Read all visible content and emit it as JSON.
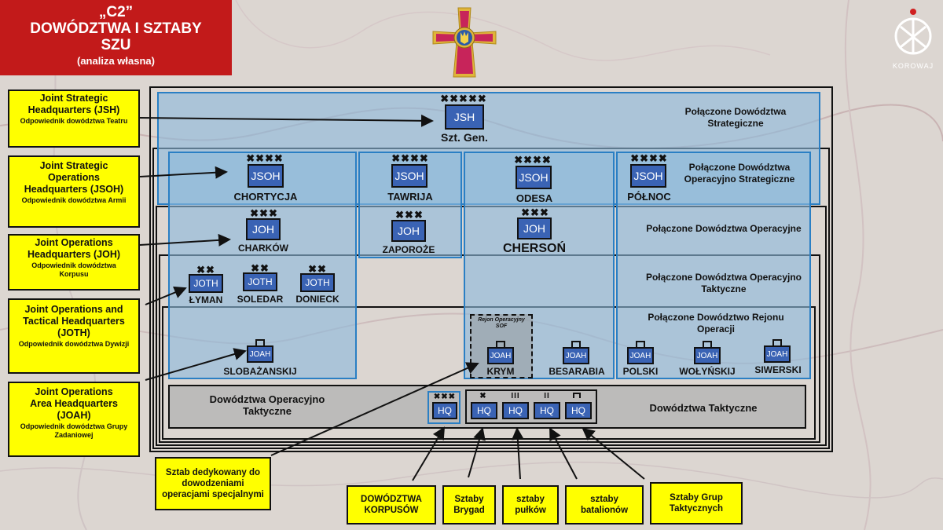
{
  "title": {
    "line1": "„C2”",
    "line2": "DOWÓDZTWA I SZTABY",
    "line3": "SZU",
    "line4": "(analiza własna)"
  },
  "logo": {
    "text": "KOROWAJ"
  },
  "left_boxes": [
    {
      "main": "Joint Strategic Headquarters (JSH)",
      "sub": "Odpowiednik dowództwa Teatru"
    },
    {
      "main": "Joint Strategic Operations Headquarters (JSOH)",
      "sub": "Odpowiednik dowództwa Armii"
    },
    {
      "main": "Joint Operations Headquarters (JOH)",
      "sub": "Odpowiednik dowództwa Korpusu"
    },
    {
      "main": "Joint Operations and Tactical Headquarters (JOTH)",
      "sub": "Odpowiednik dowództwa Dywizji"
    },
    {
      "main": "Joint Operations Area Headquarters (JOAH)",
      "sub": "Odpowiednik dowództwa Grupy Zadaniowej"
    }
  ],
  "region_labels": {
    "strategic": "Połączone Dowództwa Strategiczne",
    "op_strategic": "Połączone Dowództwa Operacyjno Strategiczne",
    "operational": "Połączone Dowództwa Operacyjne",
    "op_tactical": "Połączone Dowództwa Operacyjno Taktyczne",
    "area": "Połączone Dowództwo Rejonu Operacji",
    "tact_left": "Dowództwa Operacyjno Taktyczne",
    "tact_right": "Dowództwa Taktyczne"
  },
  "units": {
    "jsh": {
      "code": "JSH",
      "echelon": "✖✖✖✖✖",
      "label": "Szt. Gen."
    },
    "jsoh": [
      {
        "code": "JSOH",
        "echelon": "✖✖✖✖",
        "label": "CHORTYCJA"
      },
      {
        "code": "JSOH",
        "echelon": "✖✖✖✖",
        "label": "TAWRIJA"
      },
      {
        "code": "JSOH",
        "echelon": "✖✖✖✖",
        "label": "ODESA"
      },
      {
        "code": "JSOH",
        "echelon": "✖✖✖✖",
        "label": "PÓŁNOC"
      }
    ],
    "joh": [
      {
        "code": "JOH",
        "echelon": "✖✖✖",
        "label": "CHARKÓW"
      },
      {
        "code": "JOH",
        "echelon": "✖✖✖",
        "label": "ZAPOROŻE"
      },
      {
        "code": "JOH",
        "echelon": "✖✖✖",
        "label": "CHERSOŃ"
      }
    ],
    "joth": [
      {
        "code": "JOTH",
        "echelon": "✖✖",
        "label": "ŁYMAN"
      },
      {
        "code": "JOTH",
        "echelon": "✖✖",
        "label": "SOLEDAR"
      },
      {
        "code": "JOTH",
        "echelon": "✖✖",
        "label": "DONIECK"
      }
    ],
    "joah": [
      {
        "code": "JOAH",
        "label": "SLOBAŻANSKIJ"
      },
      {
        "code": "JOAH",
        "label": "KRYM"
      },
      {
        "code": "JOAH",
        "label": "BESARABIA"
      },
      {
        "code": "JOAH",
        "label": "POLSKI"
      },
      {
        "code": "JOAH",
        "label": "WOŁYŃSKIJ"
      },
      {
        "code": "JOAH",
        "label": "SIWERSKI"
      }
    ],
    "sof_region": "Rejon Operacyjny SOF",
    "hq": [
      {
        "code": "HQ",
        "echelon": "✖✖✖"
      },
      {
        "code": "HQ",
        "echelon": "✖"
      },
      {
        "code": "HQ",
        "echelon": "III"
      },
      {
        "code": "HQ",
        "echelon": "II"
      },
      {
        "code": "HQ",
        "echelon": ""
      }
    ]
  },
  "bottom_boxes": [
    "Sztab dedykowany do dowodzeniami operacjami specjalnymi",
    "DOWÓDZTWA KORPUSÓW",
    "Sztaby Brygad",
    "sztaby pułków",
    "sztaby batalionów",
    "Sztaby Grup Taktycznych"
  ],
  "colors": {
    "banner_red": "#c21a1a",
    "highlight_yellow": "#ffff00",
    "unit_blue": "#3a63b4",
    "region_blue": "#8cb9dc"
  },
  "icons": [
    "ukraine-armed-forces-emblem",
    "korowaj-logo"
  ]
}
